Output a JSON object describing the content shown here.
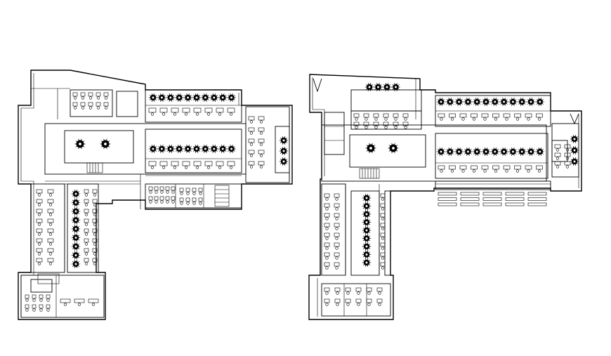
{
  "drawing": {
    "type": "architectural floor plan",
    "background_color": "#ffffff",
    "line_color": "#000000",
    "plans": [
      {
        "label": "",
        "shape": "L-shaped office floor, left wing"
      },
      {
        "label": "",
        "shape": "L-shaped office floor, right wing"
      }
    ]
  }
}
